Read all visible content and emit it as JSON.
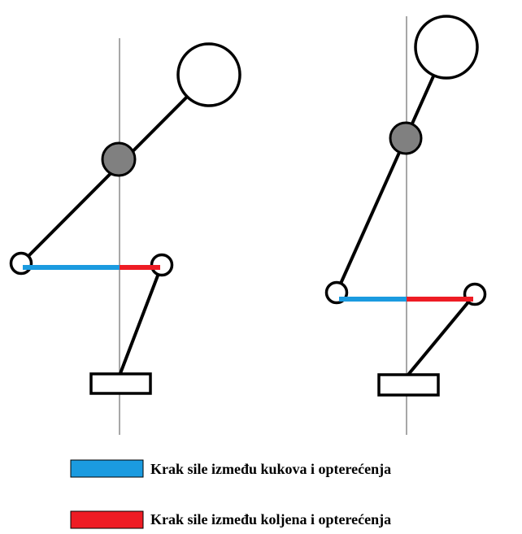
{
  "colors": {
    "background": "#ffffff",
    "stroke": "#000000",
    "vertical_reference_line": "#8a8a8a",
    "hip_lever": "#1b9be0",
    "knee_lever": "#ee1c24",
    "body_joint_fill": "#808080",
    "open_shape_fill": "#ffffff"
  },
  "figures": [
    {
      "id": "left",
      "parts": [
        "head-circle",
        "shoulder-joint",
        "hip-joint",
        "knee-joint",
        "foot-rectangle",
        "vertical-reference-line",
        "hip-lever-bar",
        "knee-lever-bar"
      ]
    },
    {
      "id": "right",
      "parts": [
        "head-circle",
        "shoulder-joint",
        "hip-joint",
        "knee-joint",
        "foot-rectangle",
        "vertical-reference-line",
        "hip-lever-bar",
        "knee-lever-bar"
      ]
    }
  ],
  "legend": {
    "items": [
      {
        "label": "Krak sile između kukova i opterećenja",
        "color": "#1b9be0"
      },
      {
        "label": "Krak sile između koljena i opterećenja",
        "color": "#ee1c24"
      }
    ]
  }
}
